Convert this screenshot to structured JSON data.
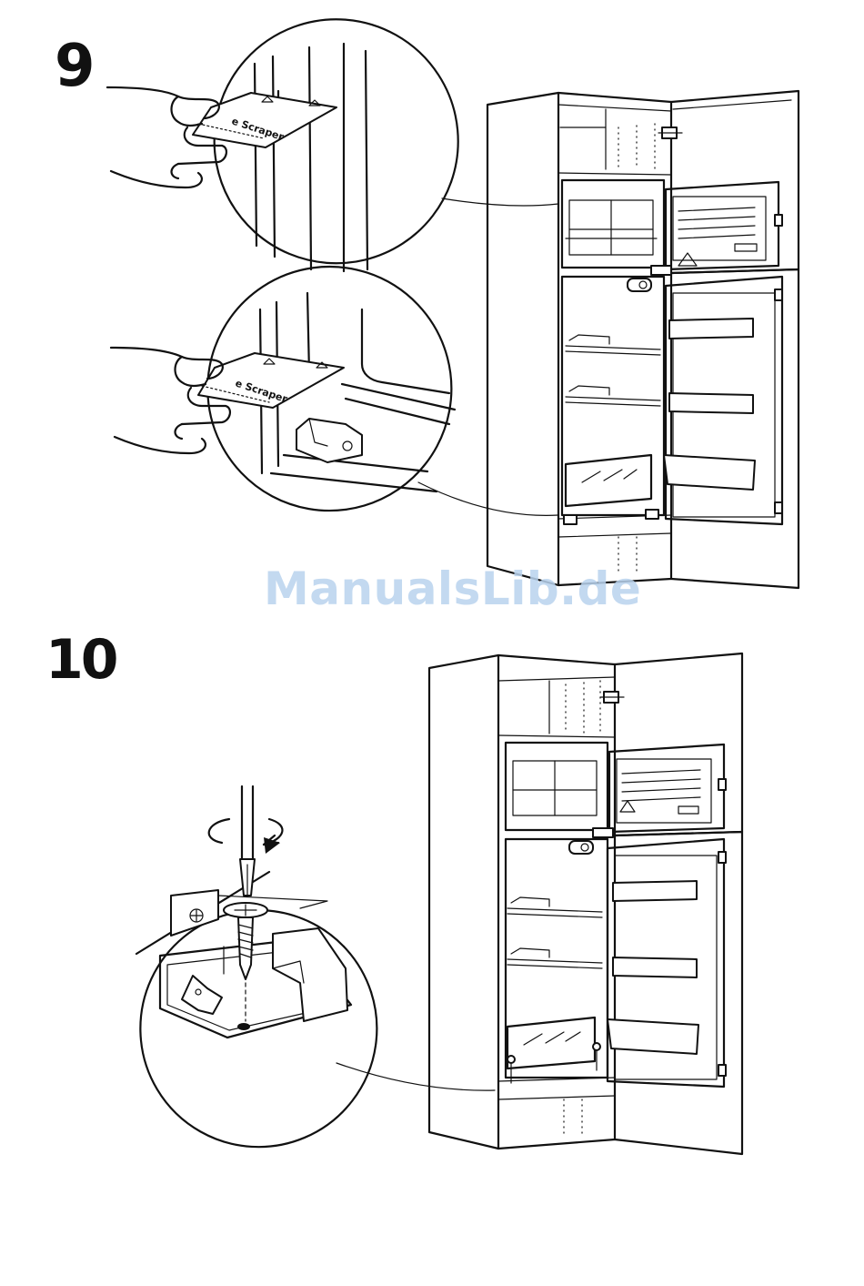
{
  "steps": [
    {
      "number": "9",
      "scraper_label_top": "e Scraper",
      "scraper_label_bottom": "e Scraper"
    },
    {
      "number": "10"
    }
  ],
  "watermark": "ManualsLib.de",
  "icons": {
    "warning_symbol": "warning-triangle-icon",
    "rotation_arrow": "rotate-clockwise-icon"
  },
  "colors": {
    "line": "#111111",
    "watermark": "#b9d3ee",
    "background": "#ffffff"
  }
}
